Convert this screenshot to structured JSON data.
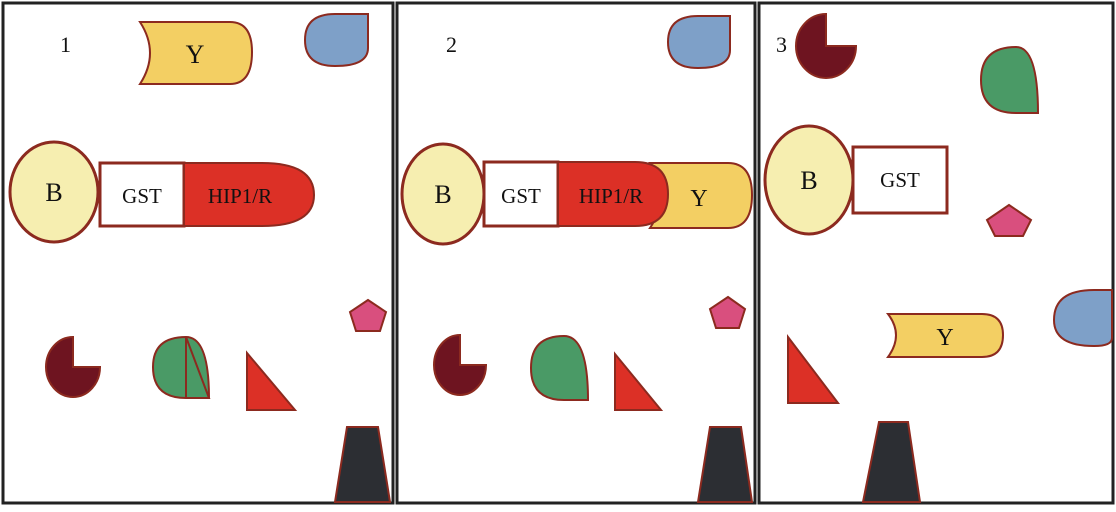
{
  "colors": {
    "border": "#222222",
    "outline": "#8c2a1f",
    "yellow": "#f3cf63",
    "lightYellow": "#f6eeb0",
    "red": "#dc3026",
    "blue": "#7ea0c8",
    "green": "#4a9a66",
    "maroon": "#6e1420",
    "pink": "#d94f7e",
    "dark": "#2c2e33",
    "white": "#ffffff"
  },
  "panels": [
    {
      "number": "1",
      "labels": {
        "yeast": "Y",
        "bead": "B",
        "gst": "GST",
        "bait": "HIP1/R"
      }
    },
    {
      "number": "2",
      "labels": {
        "bead": "B",
        "gst": "GST",
        "bait": "HIP1/R",
        "yeast": "Y"
      }
    },
    {
      "number": "3",
      "labels": {
        "bead": "B",
        "gst": "GST",
        "yeast": "Y"
      }
    }
  ]
}
